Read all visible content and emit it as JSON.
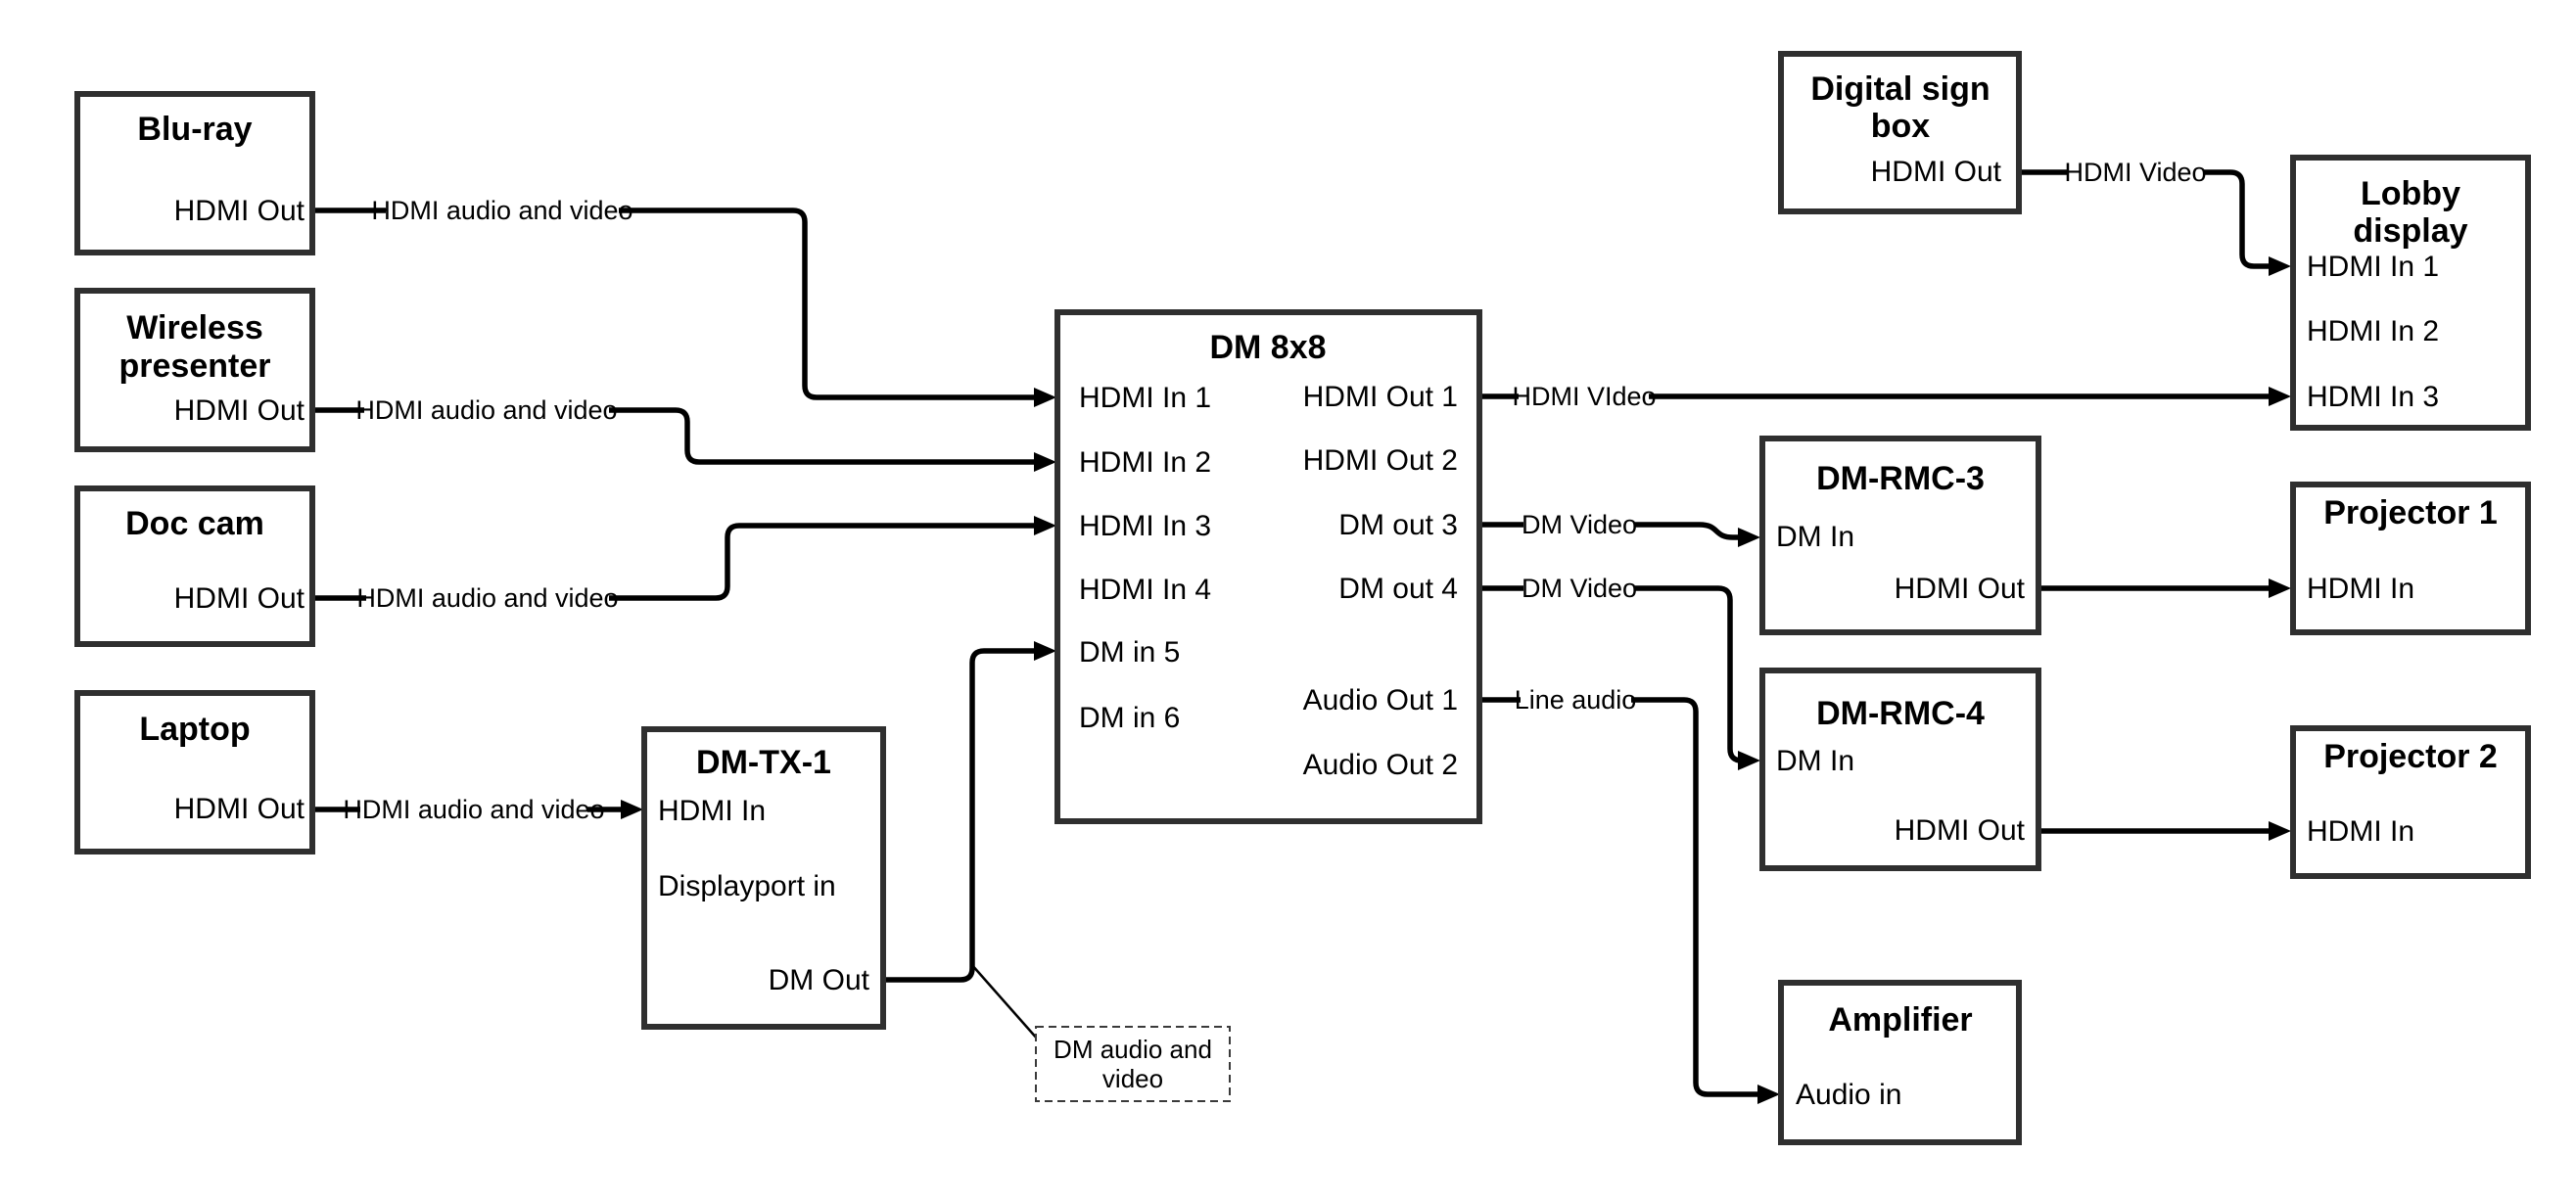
{
  "colors": {
    "background": "#ffffff",
    "wire": "#000000",
    "border": "#2f2f2f",
    "text": "#000000"
  },
  "nodes": {
    "bluray": {
      "title": "Blu-ray",
      "port": "HDMI Out"
    },
    "wireless": {
      "title1": "Wireless",
      "title2": "presenter",
      "port": "HDMI Out"
    },
    "doccam": {
      "title": "Doc cam",
      "port": "HDMI Out"
    },
    "laptop": {
      "title": "Laptop",
      "port": "HDMI Out"
    },
    "dmtx1": {
      "title": "DM-TX-1",
      "hdmi_in": "HDMI In",
      "displayport_in": "Displayport in",
      "dm_out": "DM Out"
    },
    "dm8x8": {
      "title": "DM 8x8",
      "in1": "HDMI In 1",
      "in2": "HDMI In 2",
      "in3": "HDMI In 3",
      "in4": "HDMI In 4",
      "in5": "DM in 5",
      "in6": "DM in 6",
      "out1": "HDMI Out 1",
      "out2": "HDMI Out 2",
      "out3": "DM out 3",
      "out4": "DM out 4",
      "audio1": "Audio Out 1",
      "audio2": "Audio Out 2"
    },
    "digital_sign": {
      "title1": "Digital sign",
      "title2": "box",
      "port": "HDMI Out"
    },
    "lobby": {
      "title1": "Lobby",
      "title2": "display",
      "in1": "HDMI In 1",
      "in2": "HDMI In 2",
      "in3": "HDMI In 3"
    },
    "dmrmc3": {
      "title": "DM-RMC-3",
      "dm_in": "DM In",
      "hdmi_out": "HDMI Out"
    },
    "projector1": {
      "title": "Projector 1",
      "hdmi_in": "HDMI In"
    },
    "dmrmc4": {
      "title": "DM-RMC-4",
      "dm_in": "DM In",
      "hdmi_out": "HDMI Out"
    },
    "projector2": {
      "title": "Projector 2",
      "hdmi_in": "HDMI In"
    },
    "amplifier": {
      "title": "Amplifier",
      "audio_in": "Audio in"
    }
  },
  "edge_labels": {
    "bluray": "HDMI audio and video",
    "wireless": "HDMI audio and video",
    "doccam": "HDMI audio and video",
    "laptop": "HDMI audio and video",
    "hdmi_out1": "HDMI VIdeo",
    "dm_out3": "DM Video",
    "dm_out4": "DM Video",
    "audio_out1": "Line audio",
    "digital_sign": "HDMI Video"
  },
  "note": {
    "line1": "DM audio and",
    "line2": "video"
  }
}
